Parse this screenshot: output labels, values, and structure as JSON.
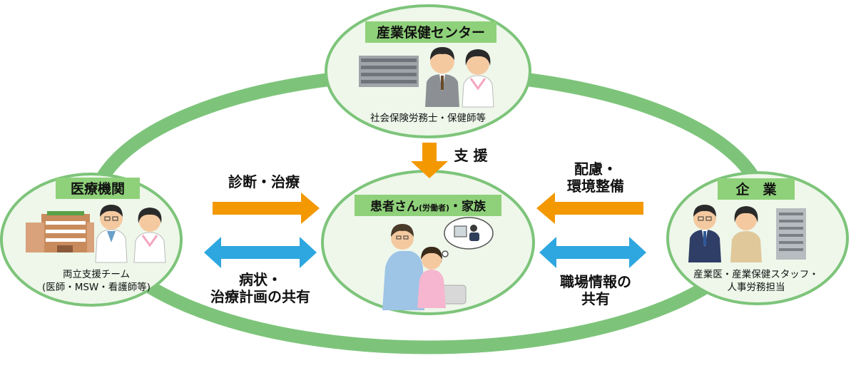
{
  "colors": {
    "ring": "#7dc47a",
    "node_fill": "#eef7ea",
    "title_bg": "#8fd17a",
    "arrow_orange": "#f39800",
    "arrow_blue": "#2ea7e0"
  },
  "center": {
    "title_main": "患者さん",
    "title_small": "(労働者)",
    "title_tail": "・家族"
  },
  "top": {
    "title": "産業保健センター",
    "sub": "社会保険労務士・保健師等"
  },
  "left": {
    "title": "医療機関",
    "sub_line1": "両立支援チーム",
    "sub_line2": "(医師・MSW・看護師等)"
  },
  "right": {
    "title": "企　業",
    "sub_line1": "産業医・産業保健スタッフ・",
    "sub_line2": "人事労務担当"
  },
  "arrows": {
    "support": "支 援",
    "diagnosis": "診断・治療",
    "share_left_line1": "病状・",
    "share_left_line2": "治療計画の共有",
    "care_line1": "配慮・",
    "care_line2": "環境整備",
    "share_right_line1": "職場情報の",
    "share_right_line2": "共有"
  }
}
